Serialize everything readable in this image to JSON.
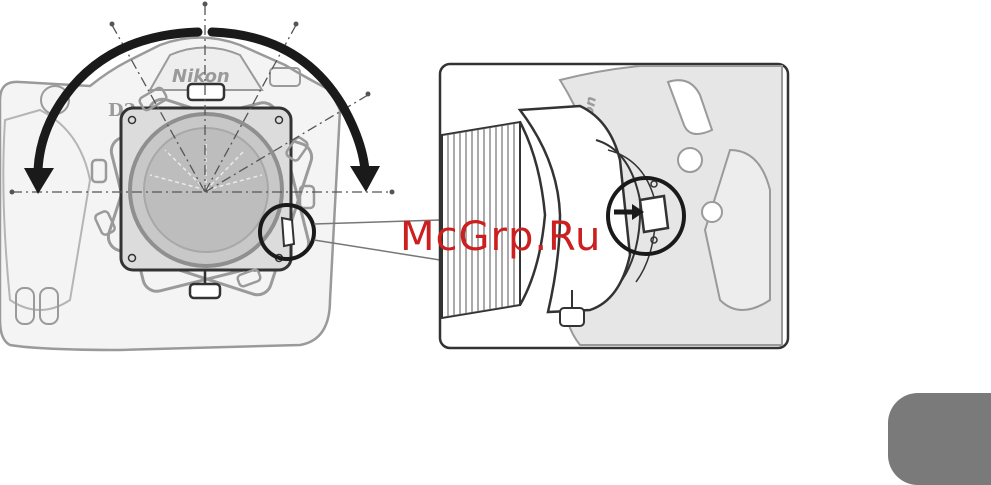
{
  "colors": {
    "line": "#333333",
    "body_gray": "#9a9a9a",
    "light_gray": "#d8d8d8",
    "lens_fill": "#bdbdbd",
    "arrow": "#1a1a1a",
    "watermark": "#cc2020",
    "page_tab": "#7a7a7a"
  },
  "camera": {
    "brand_text": "Nikon",
    "model_text": "D3"
  },
  "detail": {
    "brand_text": "on"
  },
  "watermark": {
    "text": "McGrp.Ru"
  }
}
